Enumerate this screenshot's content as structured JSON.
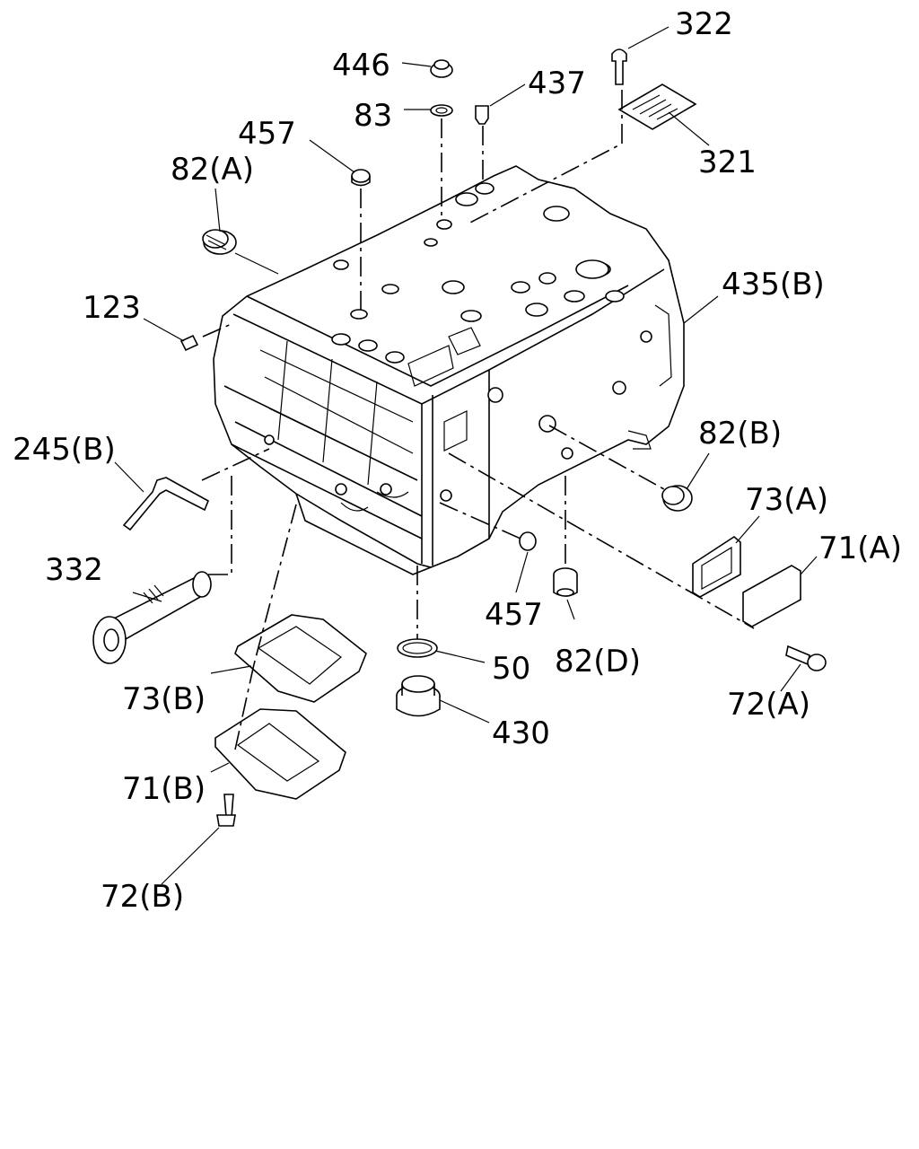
{
  "labels": {
    "l322": "322",
    "l446": "446",
    "l437": "437",
    "l83": "83",
    "l457a": "457",
    "l82a": "82(A)",
    "l321": "321",
    "l123": "123",
    "l435b": "435(B)",
    "l245b": "245(B)",
    "l82b": "82(B)",
    "l73a": "73(A)",
    "l71a": "71(A)",
    "l332": "332",
    "l457b": "457",
    "l50": "50",
    "l82d": "82(D)",
    "l73b": "73(B)",
    "l430": "430",
    "l72a": "72(A)",
    "l71b": "71(B)",
    "l72b": "72(B)"
  }
}
